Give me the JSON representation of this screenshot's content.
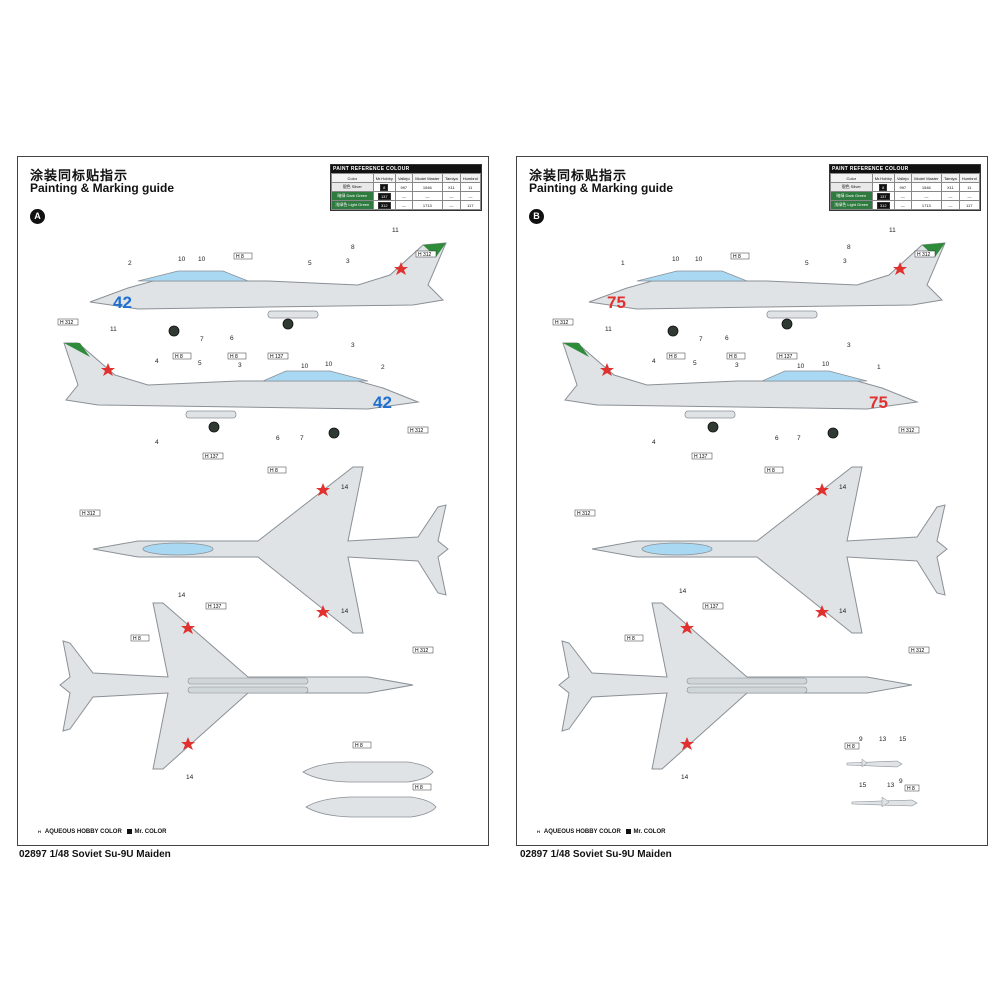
{
  "sheets": [
    {
      "title_cn": "涂装同标贴指示",
      "title_en": "Painting & Marking guide",
      "scheme": "A",
      "aircraft_number": "42",
      "number_color": "#1f6fd1"
    },
    {
      "title_cn": "涂装同标贴指示",
      "title_en": "Painting & Marking guide",
      "scheme": "B",
      "aircraft_number": "75",
      "number_color": "#e0312f"
    }
  ],
  "paint_reference": {
    "title": "PAINT REFERENCE COLOUR",
    "headers": [
      "Color",
      "Mr.Hobby",
      "Vallejo",
      "Model Master",
      "Tamiya",
      "Humbrol"
    ],
    "rows": [
      {
        "color": "银色 Silver",
        "mrhobby": "8",
        "vallejo": "997",
        "modelmaster": "1546",
        "tamiya": "X11",
        "humbrol": "11"
      },
      {
        "color": "暗绿 Dark Green",
        "mrhobby": "137",
        "vallejo": "—",
        "modelmaster": "—",
        "tamiya": "—",
        "humbrol": "—"
      },
      {
        "color": "浅绿色 Light Green",
        "mrhobby": "312",
        "vallejo": "—",
        "modelmaster": "1713",
        "tamiya": "—",
        "humbrol": "117"
      }
    ]
  },
  "legend": {
    "aqueous": "AQUEOUS HOBBY COLOR",
    "mr": "Mr. COLOR"
  },
  "footer": "02897 1/48 Soviet Su-9U Maiden",
  "colors": {
    "fuselage": "#dfe3e6",
    "canopy": "#a9d8f2",
    "tail_green": "#2e8b3a",
    "star": "#e0312f",
    "outline": "#8a9096"
  }
}
